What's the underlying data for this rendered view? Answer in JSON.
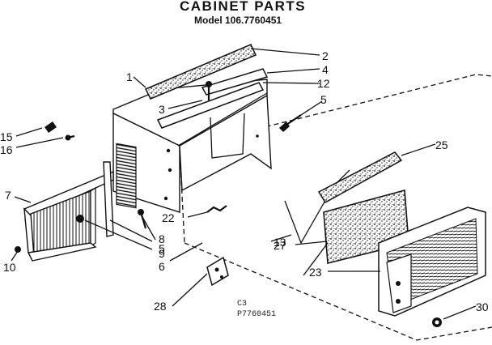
{
  "header": {
    "title": "CABINET PARTS",
    "model": "Model 106.7760451"
  },
  "footer_codes": {
    "line1": "C3",
    "line2": "P7760451"
  },
  "callouts": {
    "c1": "1",
    "c2": "2",
    "c3": "3",
    "c4": "4",
    "c5a": "5",
    "c5b": "5",
    "c6": "6",
    "c7": "7",
    "c8": "8",
    "c9": "9",
    "c10": "10",
    "c12": "12",
    "c13": "13",
    "c15": "15",
    "c16": "16",
    "c22": "22",
    "c23": "23",
    "c25": "25",
    "c27": "27",
    "c28": "28",
    "c30": "30"
  },
  "colors": {
    "ink": "#111111",
    "paper": "#ffffff"
  }
}
